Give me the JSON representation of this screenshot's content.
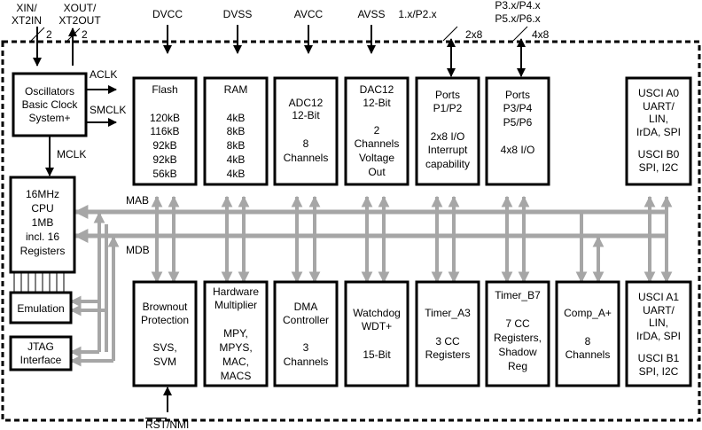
{
  "pins_top": {
    "xin": [
      "XIN/",
      "XT2IN"
    ],
    "xout": [
      "XOUT/",
      "XT2OUT"
    ],
    "xin_bus": "2",
    "xout_bus": "2",
    "dvcc": "DVCC",
    "dvss": "DVSS",
    "avcc": "AVCC",
    "avss": "AVSS",
    "p12": "1.x/P2.x",
    "p12_bus": "2x8",
    "p36": [
      "P3.x/P4.x",
      "P5.x/P6.x"
    ],
    "p36_bus": "4x8"
  },
  "signals": {
    "aclk": "ACLK",
    "smclk": "SMCLK",
    "mclk": "MCLK",
    "mab": "MAB",
    "mdb": "MDB",
    "rst": "RST",
    "nmi": "/NMI"
  },
  "blocks": {
    "osc": [
      "Oscillators",
      "Basic Clock",
      "System+"
    ],
    "cpu": [
      "16MHz",
      "CPU",
      "1MB",
      "incl. 16",
      "Registers"
    ],
    "emu": [
      "Emulation"
    ],
    "jtag": [
      "JTAG",
      "Interface"
    ],
    "flash": [
      "Flash",
      "",
      "120kB",
      "116kB",
      "92kB",
      "92kB",
      "56kB"
    ],
    "ram": [
      "RAM",
      "",
      "4kB",
      "8kB",
      "8kB",
      "4kB",
      "4kB"
    ],
    "adc": [
      "ADC12",
      "12-Bit",
      "",
      "8",
      "Channels"
    ],
    "dac": [
      "DAC12",
      "12-Bit",
      "",
      "2",
      "Channels",
      "Voltage",
      "Out"
    ],
    "ports12": [
      "Ports",
      "P1/P2",
      "",
      "2x8 I/O",
      "Interrupt",
      "capability"
    ],
    "ports36": [
      "Ports",
      "P3/P4",
      "P5/P6",
      "",
      "4x8 I/O"
    ],
    "uscia0": [
      "USCI A0",
      "UART/",
      "LIN,",
      "IrDA, SPI",
      "",
      "USCI B0",
      "SPI, I2C"
    ],
    "brownout": [
      "Brownout",
      "Protection",
      "",
      "SVS,",
      "SVM"
    ],
    "hwmult": [
      "Hardware",
      "Multiplier",
      "",
      "MPY,",
      "MPYS,",
      "MAC,",
      "MACS"
    ],
    "dma": [
      "DMA",
      "Controller",
      "",
      "3",
      "Channels"
    ],
    "wdt": [
      "Watchdog",
      "WDT+",
      "",
      "15-Bit"
    ],
    "timera3": [
      "Timer_A3",
      "",
      "3 CC",
      "Registers"
    ],
    "timerb7": [
      "Timer_B7",
      "",
      "7 CC",
      "Registers,",
      "Shadow",
      "Reg"
    ],
    "comp": [
      "Comp_A+",
      "",
      "8",
      "Channels"
    ],
    "uscia1": [
      "USCI A1",
      "UART/",
      "LIN,",
      "IrDA, SPI",
      "",
      "USCI B1",
      "SPI, I2C"
    ]
  }
}
